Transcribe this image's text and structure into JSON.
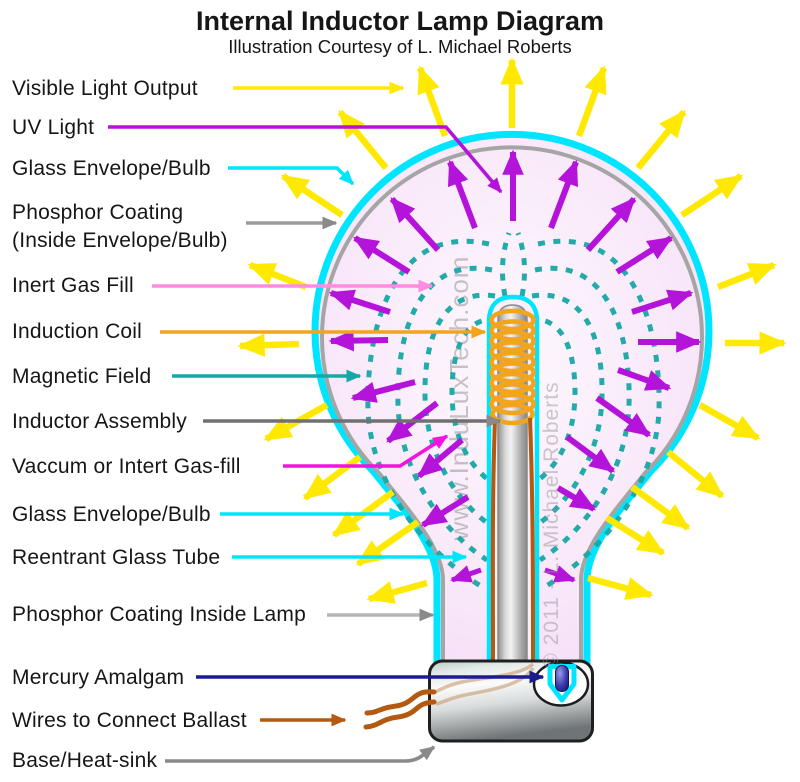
{
  "title": "Internal Inductor Lamp Diagram",
  "subtitle": "Illustration Courtesy of L. Michael Roberts",
  "watermarks": {
    "site": "www.InduLuxTech.com",
    "copyright": "© 2011 - L. Michael Roberts"
  },
  "labels": [
    {
      "text": "Visible Light Output",
      "color": "#ffe903"
    },
    {
      "text": "UV Light",
      "color": "#b413d9"
    },
    {
      "text": "Glass Envelope/Bulb",
      "color": "#00e5ff"
    },
    {
      "text": "Phosphor Coating",
      "text2": "(Inside Envelope/Bulb)",
      "color": "#9b9b9b"
    },
    {
      "text": "Inert Gas Fill",
      "color": "#ff8ce0"
    },
    {
      "text": "Induction Coil",
      "color": "#f2a41d"
    },
    {
      "text": "Magnetic Field",
      "color": "#14a8a8"
    },
    {
      "text": "Inductor Assembly",
      "color": "#707070"
    },
    {
      "text": "Vaccum or Intert Gas-fill",
      "color": "#f212e2"
    },
    {
      "text": "Glass Envelope/Bulb",
      "color": "#00e5ff"
    },
    {
      "text": "Reentrant Glass Tube",
      "color": "#00e5ff"
    },
    {
      "text": "Phosphor Coating Inside Lamp",
      "color": "#b5b5b5"
    },
    {
      "text": "Mercury Amalgam",
      "color": "#1c1c8f"
    },
    {
      "text": "Wires to Connect Ballast",
      "color": "#b35a10"
    },
    {
      "text": "Base/Heat-sink",
      "color": "#8a8a8a"
    }
  ],
  "colors": {
    "visible_light_yellow": "#ffe903",
    "uv_purple": "#b413d9",
    "glass_cyan": "#00e5ff",
    "phosphor_gray": "#a5a5a5",
    "bulb_fill_pink": "#f6dff7",
    "magnetic_field_teal": "#18a7a7",
    "coil_orange": "#f2a41d",
    "wire_brown": "#b35a10",
    "mercury_navy": "#1c1c8f",
    "inert_gas_pink": "#ff8ce0",
    "vacuum_magenta": "#f212e2"
  }
}
